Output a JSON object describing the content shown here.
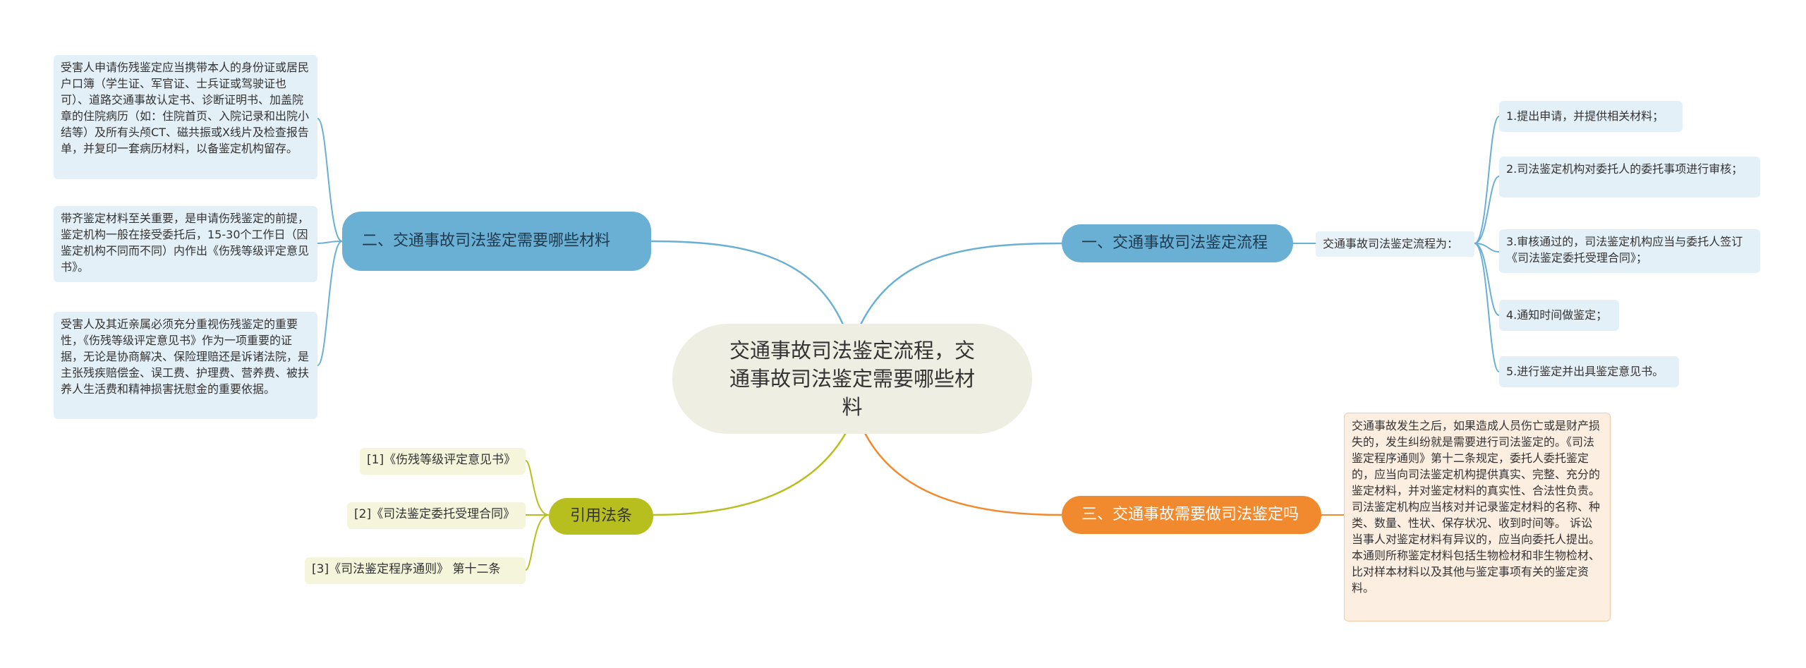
{
  "center": {
    "title": "交通事故司法鉴定流程，交通事故司法鉴定需要哪些材料"
  },
  "branch1": {
    "label": "一、交通事故司法鉴定流程",
    "intro": "交通事故司法鉴定流程为：",
    "steps": [
      "1.提出申请，并提供相关材料；",
      "2.司法鉴定机构对委托人的委托事项进行审核；",
      "3.审核通过的，司法鉴定机构应当与委托人签订《司法鉴定委托受理合同》；",
      "4.通知时间做鉴定；",
      "5.进行鉴定并出具鉴定意见书。"
    ]
  },
  "branch2": {
    "label": "二、交通事故司法鉴定需要哪些材料",
    "items": [
      "受害人申请伤残鉴定应当携带本人的身份证或居民户口簿（学生证、军官证、士兵证或驾驶证也可）、道路交通事故认定书、诊断证明书、加盖院章的住院病历（如：住院首页、入院记录和出院小结等）及所有头颅CT、磁共振或X线片及检查报告单，并复印一套病历材料，以备鉴定机构留存。",
      "带齐鉴定材料至关重要，是申请伤残鉴定的前提，鉴定机构一般在接受委托后，15-30个工作日（因鉴定机构不同而不同）内作出《伤残等级评定意见书》。",
      "受害人及其近亲属必须充分重视伤残鉴定的重要性，《伤残等级评定意见书》作为一项重要的证据，无论是协商解决、保险理赔还是诉诸法院，是主张残疾赔偿金、误工费、护理费、营养费、被扶养人生活费和精神损害抚慰金的重要依据。"
    ]
  },
  "branch3": {
    "label": "三、交通事故需要做司法鉴定吗",
    "text": "交通事故发生之后，如果造成人员伤亡或是财产损失的，发生纠纷就是需要进行司法鉴定的。《司法鉴定程序通则》第十二条规定，委托人委托鉴定的，应当向司法鉴定机构提供真实、完整、充分的鉴定材料，并对鉴定材料的真实性、合法性负责。司法鉴定机构应当核对并记录鉴定材料的名称、种类、数量、性状、保存状况、收到时间等。 诉讼当事人对鉴定材料有异议的，应当向委托人提出。 本通则所称鉴定材料包括生物检材和非生物检材、比对样本材料以及其他与鉴定事项有关的鉴定资料。"
  },
  "branch4": {
    "label": "引用法条",
    "refs": [
      "[1]《伤残等级评定意见书》",
      "[2]《司法鉴定委托受理合同》",
      "[3]《司法鉴定程序通则》 第十二条"
    ]
  },
  "colors": {
    "blue": "#6aafd4",
    "orange": "#f18a2f",
    "olive": "#b7bf1e",
    "center_bg": "#efeee3"
  }
}
